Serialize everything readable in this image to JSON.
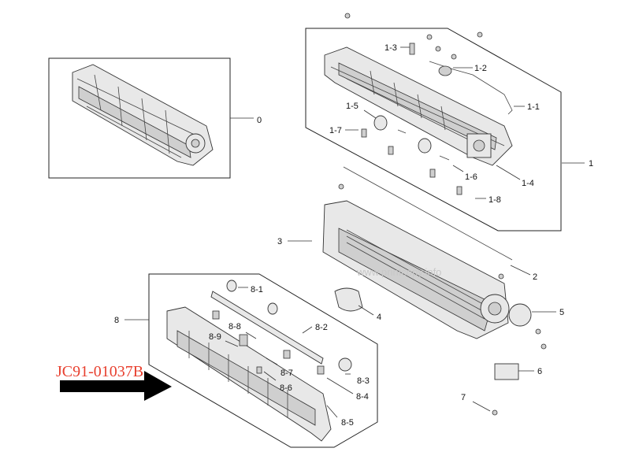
{
  "diagram": {
    "part_code": "JC91-01037B",
    "watermark": "www.printcopy.info",
    "callouts": {
      "c0": "0",
      "c1": "1",
      "c1_1": "1-1",
      "c1_2": "1-2",
      "c1_3": "1-3",
      "c1_4": "1-4",
      "c1_5": "1-5",
      "c1_6": "1-6",
      "c1_7": "1-7",
      "c1_8": "1-8",
      "c2": "2",
      "c3": "3",
      "c4": "4",
      "c5": "5",
      "c6": "6",
      "c7": "7",
      "c8": "8",
      "c8_1": "8-1",
      "c8_2": "8-2",
      "c8_3": "8-3",
      "c8_4": "8-4",
      "c8_5": "8-5",
      "c8_6": "8-6",
      "c8_7": "8-7",
      "c8_8": "8-8",
      "c8_9": "8-9"
    },
    "colors": {
      "code": "#e8402f",
      "arrow": "#000000"
    }
  }
}
